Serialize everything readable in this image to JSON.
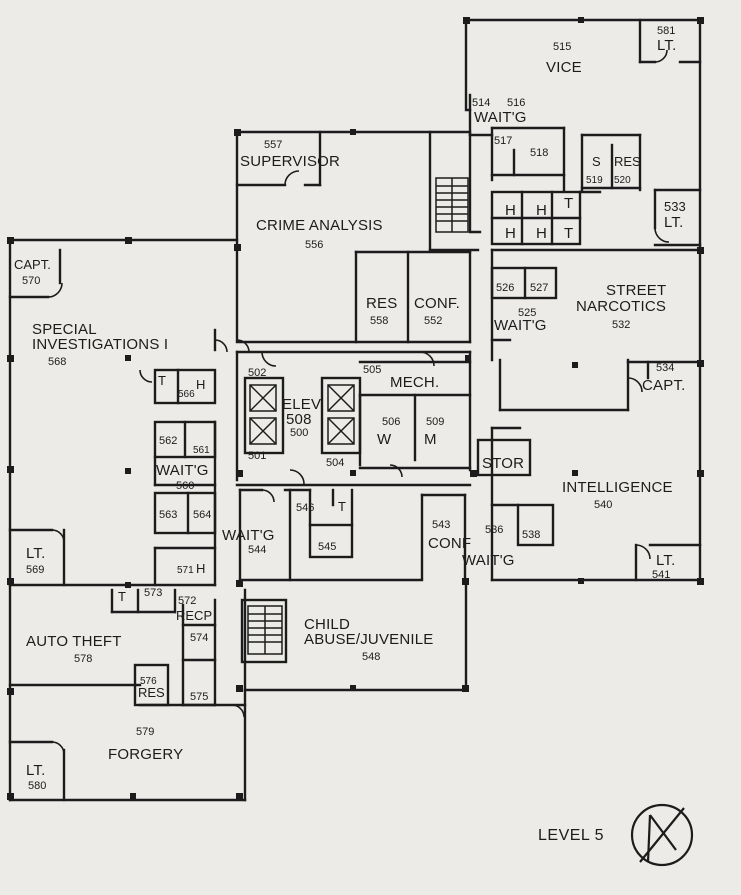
{
  "level_label": "LEVEL 5",
  "north_arrow_icon": "north-arrow-icon",
  "colors": {
    "paper": "#ecebe8",
    "ink": "#1c1c1c"
  },
  "rooms": {
    "vice": {
      "name": "VICE",
      "number": "515"
    },
    "lt_581": {
      "name": "LT.",
      "number": "581"
    },
    "waitg_516": {
      "name": "WAIT'G",
      "number": "516"
    },
    "r514": {
      "number": "514"
    },
    "r517": {
      "number": "517"
    },
    "r518": {
      "number": "518"
    },
    "s_519": {
      "name": "S",
      "number": "519"
    },
    "res_520": {
      "name": "RES",
      "number": "520"
    },
    "supervisor": {
      "name": "SUPERVISOR",
      "number": "557"
    },
    "crime_analysis": {
      "name": "CRIME ANALYSIS",
      "number": "556"
    },
    "res_558": {
      "name": "RES",
      "number": "558"
    },
    "conf_552": {
      "name": "CONF.",
      "number": "552"
    },
    "lt_533": {
      "name": "LT.",
      "number": "533"
    },
    "capt_570": {
      "name": "CAPT.",
      "number": "570"
    },
    "spec_inv": {
      "name_line1": "SPECIAL",
      "name_line2": "INVESTIGATIONS I",
      "number": "568"
    },
    "street_narc": {
      "name_line1": "STREET",
      "name_line2": "NARCOTICS",
      "number": "532"
    },
    "r526": {
      "number": "526"
    },
    "r527": {
      "number": "527"
    },
    "waitg_525": {
      "name": "WAIT'G",
      "number": "525"
    },
    "capt_534": {
      "name": "CAPT.",
      "number": "534"
    },
    "r502": {
      "number": "502"
    },
    "elev": {
      "name": "ELEV",
      "number_a": "508",
      "number_b": "500"
    },
    "r501": {
      "number": "501"
    },
    "mech_505": {
      "name": "MECH.",
      "number": "505"
    },
    "w_506": {
      "name": "W",
      "number": "506"
    },
    "m_509": {
      "name": "M",
      "number": "509"
    },
    "r504": {
      "number": "504"
    },
    "r566": {
      "name_t": "T",
      "name_h": "H",
      "number": "566"
    },
    "r562": {
      "number": "562"
    },
    "r561": {
      "number": "561"
    },
    "waitg_560": {
      "name": "WAIT'G",
      "number": "560"
    },
    "r563": {
      "number": "563"
    },
    "r564": {
      "number": "564"
    },
    "lt_569": {
      "name": "LT.",
      "number": "569"
    },
    "waitg_544": {
      "name": "WAIT'G",
      "number": "544"
    },
    "r546": {
      "number": "546"
    },
    "r545": {
      "number": "545"
    },
    "t_small": {
      "name": "T"
    },
    "conf_543": {
      "name": "CONF",
      "number": "543"
    },
    "waitg_536": {
      "name": "WAIT'G",
      "number": "536"
    },
    "stor": {
      "name": "STOR"
    },
    "r538": {
      "number": "538"
    },
    "intelligence": {
      "name": "INTELLIGENCE",
      "number": "540"
    },
    "lt_541": {
      "name": "LT.",
      "number": "541"
    },
    "r571": {
      "name": "H",
      "number": "571"
    },
    "r573": {
      "name_t": "T",
      "number": "573"
    },
    "recp_572": {
      "name": "RECP",
      "number": "572"
    },
    "r574": {
      "number": "574"
    },
    "r575": {
      "number": "575"
    },
    "res_576": {
      "name": "RES",
      "number": "576"
    },
    "auto_theft": {
      "name": "AUTO THEFT",
      "number": "578"
    },
    "child_abuse": {
      "name_line1": "CHILD",
      "name_line2": "ABUSE/JUVENILE",
      "number": "548"
    },
    "forgery": {
      "name": "FORGERY",
      "number": "579"
    },
    "lt_580": {
      "name": "LT.",
      "number": "580"
    },
    "restroom_h": {
      "h": "H",
      "t": "T"
    }
  }
}
